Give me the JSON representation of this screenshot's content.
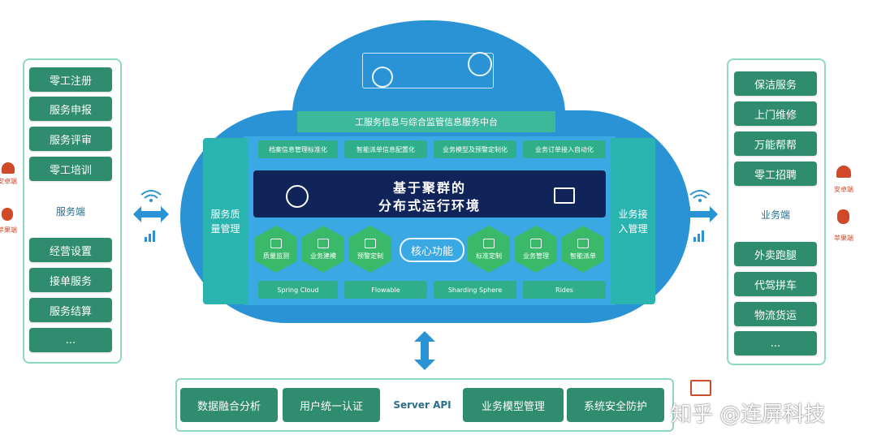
{
  "left_panel": {
    "top_items": [
      "零工注册",
      "服务申报",
      "服务评审",
      "零工培训"
    ],
    "label": "服务端",
    "bottom_items": [
      "经营设置",
      "接单服务",
      "服务结算",
      "..."
    ]
  },
  "right_panel": {
    "top_items": [
      "保洁服务",
      "上门维修",
      "万能帮帮",
      "零工招聘"
    ],
    "label": "业务端",
    "bottom_items": [
      "外卖跑腿",
      "代驾拼车",
      "物流货运",
      "..."
    ]
  },
  "os_left": {
    "android": "安卓端",
    "apple": "苹果端"
  },
  "os_right": {
    "android": "安卓端",
    "apple": "苹果端"
  },
  "cloud": {
    "banner": "工服务信息与综合监管信息服务中台",
    "left_col": "服务质量管理",
    "right_col": "业务接入管理",
    "tags": [
      "档案信息管理标准化",
      "智能派单信息配置化",
      "业务模型及预警定制化",
      "业务订单接入自动化"
    ],
    "core_line1": "基于聚群的",
    "core_line2": "分布式运行环境",
    "hexes": [
      "质量监测",
      "业务建模",
      "预警定制",
      "标准定制",
      "业务管理",
      "智能派单"
    ],
    "core_function": "核心功能",
    "tech": [
      "Spring Cloud",
      "Flowable",
      "Sharding Sphere",
      "Rides"
    ]
  },
  "bottom": {
    "buttons": [
      "数据融合分析",
      "用户统一认证",
      "业务模型管理",
      "系统安全防护"
    ],
    "center": "Server API"
  },
  "watermark": "知乎 @连屏科技"
}
